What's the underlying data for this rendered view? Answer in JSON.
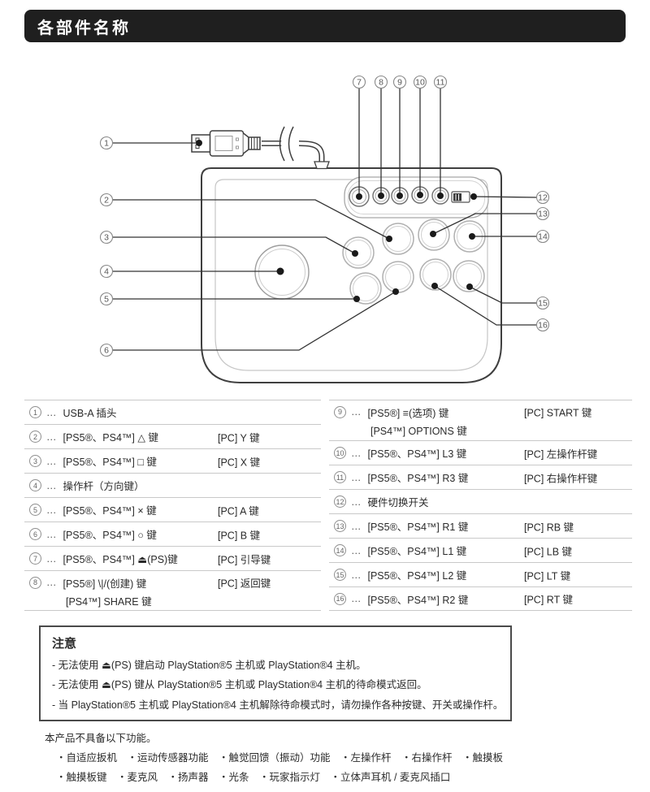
{
  "header": {
    "title": "各部件名称"
  },
  "colors": {
    "header_bg": "#1f1f1f",
    "header_text": "#ffffff",
    "line_dark": "#3f3f3f",
    "line_light": "#b3b3b3",
    "table_rule": "#c9c9c9"
  },
  "misc": {
    "dots": "…"
  },
  "diagram": {
    "callouts": [
      "1",
      "2",
      "3",
      "4",
      "5",
      "6",
      "7",
      "8",
      "9",
      "10",
      "11",
      "12",
      "13",
      "14",
      "15",
      "16"
    ]
  },
  "parts_left": [
    {
      "num": "1",
      "name": "USB-A 插头"
    },
    {
      "num": "2",
      "name": "[PS5®、PS4™] △ 键",
      "pc": "[PC] Y 键"
    },
    {
      "num": "3",
      "name": "[PS5®、PS4™] □ 键",
      "pc": "[PC] X 键"
    },
    {
      "num": "4",
      "name": "操作杆（方向键）"
    },
    {
      "num": "5",
      "name": "[PS5®、PS4™] × 键",
      "pc": "[PC] A 键"
    },
    {
      "num": "6",
      "name": "[PS5®、PS4™] ○ 键",
      "pc": "[PC] B 键"
    },
    {
      "num": "7",
      "name": "[PS5®、PS4™] ⏏(PS)键",
      "pc": "[PC] 引导键"
    },
    {
      "num": "8",
      "name": "[PS5®] \\|/(创建) 键",
      "name2": "[PS4™] SHARE 键",
      "pc": "[PC] 返回键"
    }
  ],
  "parts_right": [
    {
      "num": "9",
      "name": "[PS5®] ≡(选项) 键",
      "name2": "[PS4™] OPTIONS 键",
      "pc": "[PC] START 键"
    },
    {
      "num": "10",
      "name": "[PS5®、PS4™] L3 键",
      "pc": "[PC] 左操作杆键"
    },
    {
      "num": "11",
      "name": "[PS5®、PS4™] R3 键",
      "pc": "[PC] 右操作杆键"
    },
    {
      "num": "12",
      "name": "硬件切换开关"
    },
    {
      "num": "13",
      "name": "[PS5®、PS4™] R1 键",
      "pc": "[PC] RB 键"
    },
    {
      "num": "14",
      "name": "[PS5®、PS4™] L1 键",
      "pc": "[PC] LB 键"
    },
    {
      "num": "15",
      "name": "[PS5®、PS4™] L2 键",
      "pc": "[PC] LT 键"
    },
    {
      "num": "16",
      "name": "[PS5®、PS4™] R2 键",
      "pc": "[PC] RT 键"
    }
  ],
  "note": {
    "title": "注意",
    "items": [
      "- 无法使用 ⏏(PS) 键启动 PlayStation®5 主机或 PlayStation®4 主机。",
      "- 无法使用 ⏏(PS) 键从 PlayStation®5 主机或 PlayStation®4 主机的待命模式返回。",
      "- 当 PlayStation®5 主机或 PlayStation®4 主机解除待命模式时，请勿操作各种按键、开关或操作杆。"
    ]
  },
  "footer": {
    "intro": "本产品不具备以下功能。",
    "lines": [
      "・自适应扳机　・运动传感器功能　・触觉回馈（振动）功能　・左操作杆　・右操作杆　・触摸板",
      "・触摸板键　・麦克风　・扬声器　・光条　・玩家指示灯　・立体声耳机 / 麦克风插口"
    ]
  }
}
